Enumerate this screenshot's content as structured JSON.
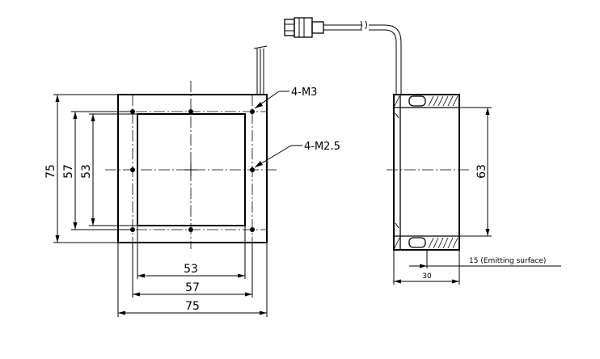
{
  "front_view": {
    "dim_outer_h": "75",
    "dim_outer_v": "75",
    "dim_mid_h": "57",
    "dim_mid_v": "57",
    "dim_inner_h": "53",
    "dim_inner_v": "53",
    "callout_m3": "4-M3",
    "callout_m25": "4-M2.5"
  },
  "side_view": {
    "dim_diameter": "63",
    "dim_depth": "30",
    "dim_emitting": "15 (Emitting surface)"
  }
}
